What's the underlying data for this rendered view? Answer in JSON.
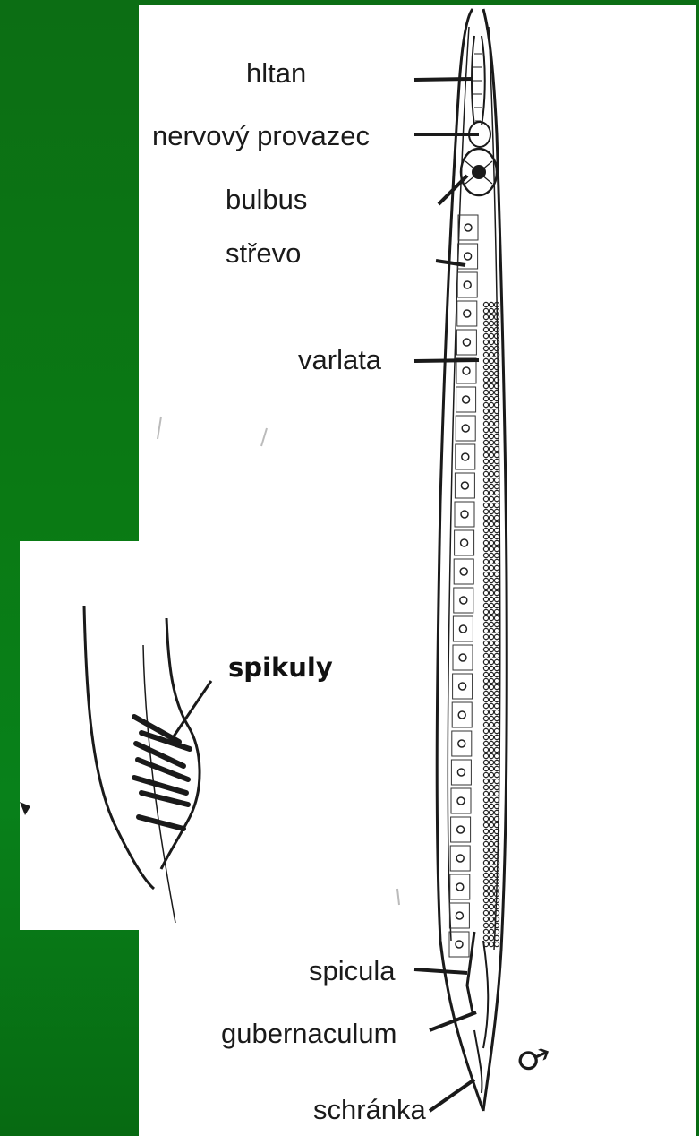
{
  "labels": {
    "pharynx": "hltan",
    "nerve_ring": "nervový provazec",
    "bulbus": "bulbus",
    "intestine": "střevo",
    "testes": "varlata",
    "spicules_inset": "spikuly",
    "spicula": "spicula",
    "gubernaculum": "gubernaculum",
    "bursa": "schránka",
    "male_symbol": "♂"
  },
  "colors": {
    "background_green": "#0a7a14",
    "panel": "#ffffff",
    "ink": "#1a1a1a"
  }
}
